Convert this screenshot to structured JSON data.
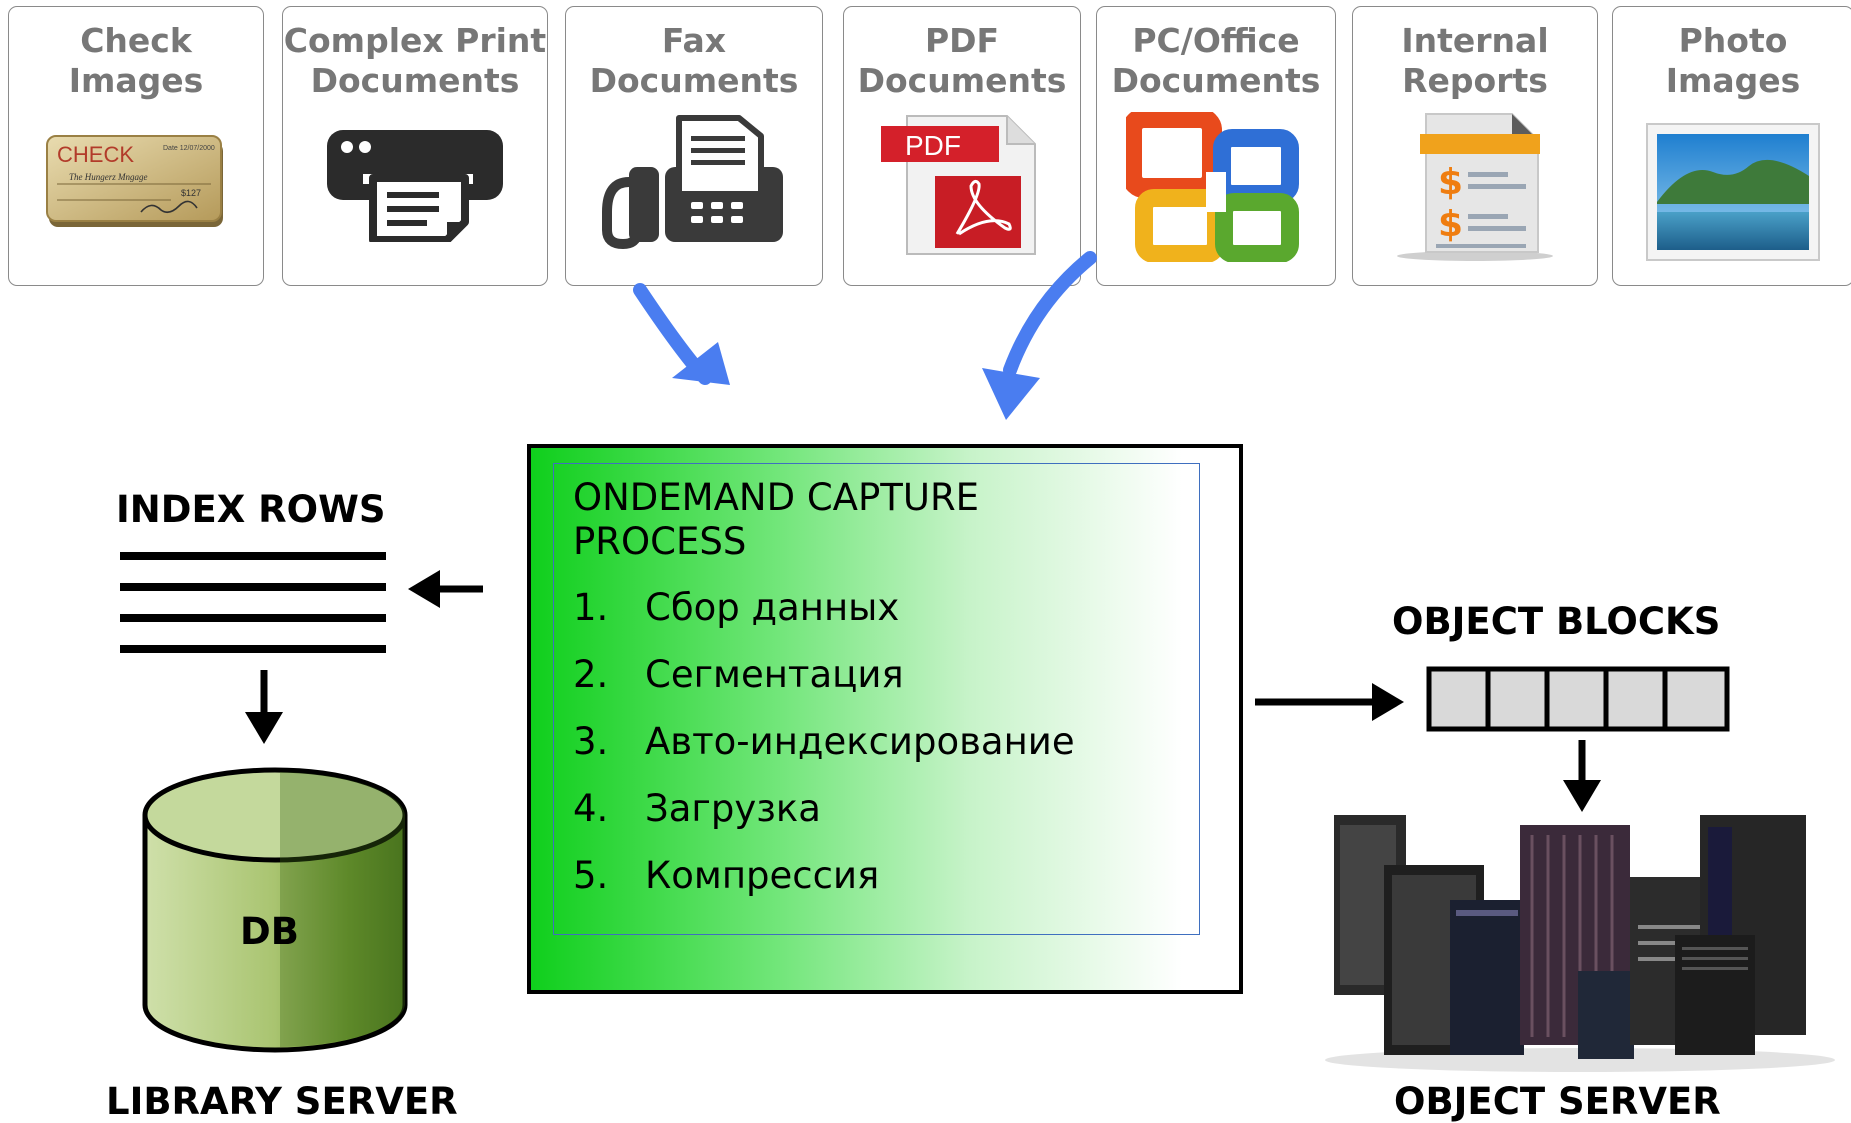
{
  "sources": [
    {
      "id": "check",
      "title_line1": "Check",
      "title_line2": "Images",
      "icon": "check-icon"
    },
    {
      "id": "complex-print",
      "title_line1": "Complex Print",
      "title_line2": "Documents",
      "icon": "printer-icon"
    },
    {
      "id": "fax",
      "title_line1": "Fax",
      "title_line2": "Documents",
      "icon": "fax-icon"
    },
    {
      "id": "pdf",
      "title_line1": "PDF",
      "title_line2": "Documents",
      "icon": "pdf-icon"
    },
    {
      "id": "pc-office",
      "title_line1": "PC/Office",
      "title_line2": "Documents",
      "icon": "office-icon"
    },
    {
      "id": "internal",
      "title_line1": "Internal",
      "title_line2": "Reports",
      "icon": "report-icon"
    },
    {
      "id": "photo",
      "title_line1": "Photo",
      "title_line2": "Images",
      "icon": "photo-icon"
    }
  ],
  "icon_text": {
    "check_label": "CHECK",
    "check_date": "Date 12/07/2000",
    "check_payee": "The Hungerz Mngage",
    "check_amount": "$127",
    "pdf_label": "PDF"
  },
  "process": {
    "title_line1": "ONDEMAND CAPTURE",
    "title_line2": "PROCESS",
    "steps": [
      {
        "num": "1.",
        "label": "Сбор данных"
      },
      {
        "num": "2.",
        "label": "Сегментация"
      },
      {
        "num": "3.",
        "label": "Авто-индексирование"
      },
      {
        "num": "4.",
        "label": "Загрузка"
      },
      {
        "num": "5.",
        "label": "Компрессия"
      }
    ]
  },
  "index_rows_label": "INDEX ROWS",
  "db_label": "DB",
  "library_server_label": "LIBRARY SERVER",
  "object_blocks_label": "OBJECT BLOCKS",
  "object_server_label": "OBJECT SERVER",
  "colors": {
    "arrow_blue": "#4a7df0",
    "process_green": "#0fcf1c",
    "db_green": "#5f8c2e",
    "block_gray": "#d9d9d9"
  }
}
